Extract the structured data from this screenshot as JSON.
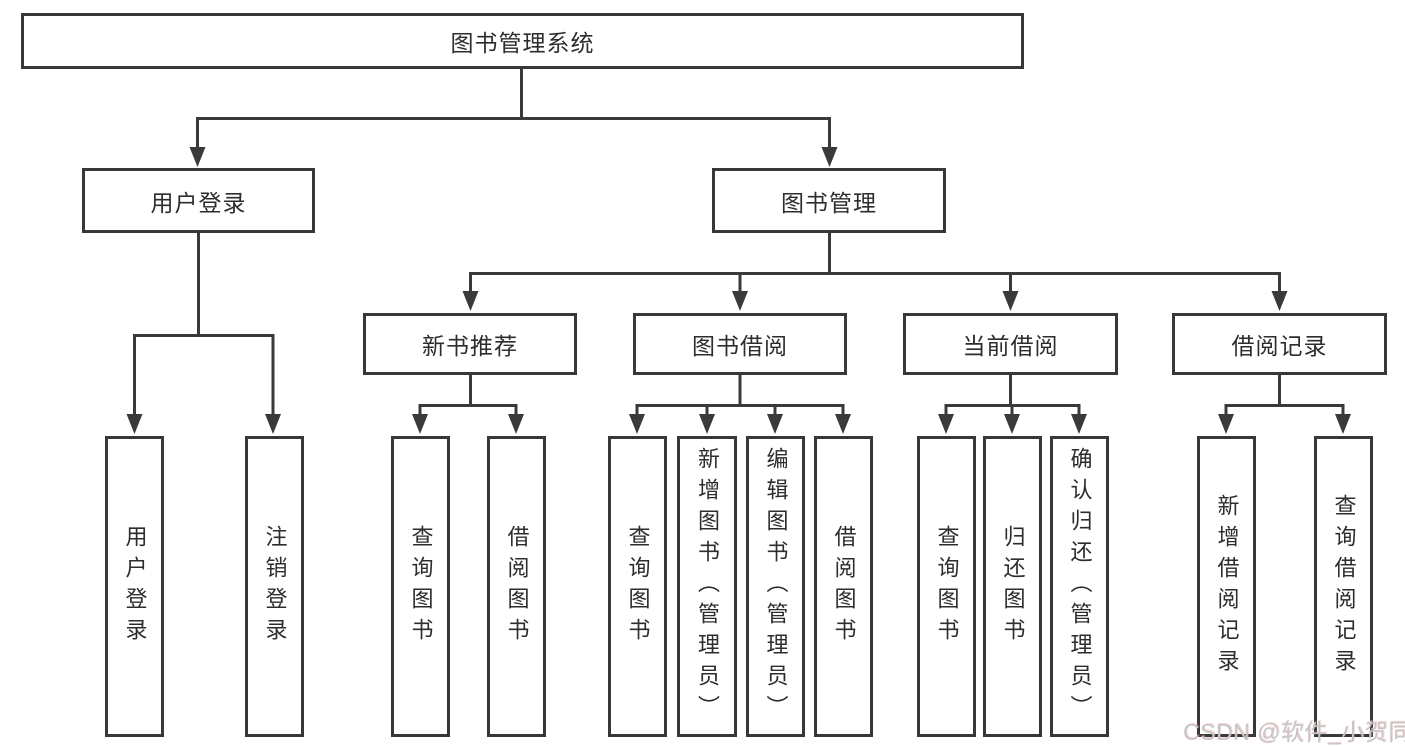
{
  "diagram_title": "图书管理系统",
  "tree": {
    "label": "图书管理系统",
    "children": [
      {
        "label": "用户登录",
        "children": [
          {
            "label": "用户登录"
          },
          {
            "label": "注销登录"
          }
        ]
      },
      {
        "label": "图书管理",
        "children": [
          {
            "label": "新书推荐",
            "children": [
              {
                "label": "查询图书"
              },
              {
                "label": "借阅图书"
              }
            ]
          },
          {
            "label": "图书借阅",
            "children": [
              {
                "label": "查询图书"
              },
              {
                "label": "新增图书（管理员）"
              },
              {
                "label": "编辑图书（管理员）"
              },
              {
                "label": "借阅图书"
              }
            ]
          },
          {
            "label": "当前借阅",
            "children": [
              {
                "label": "查询图书"
              },
              {
                "label": "归还图书"
              },
              {
                "label": "确认归还（管理员）"
              }
            ]
          },
          {
            "label": "借阅记录",
            "children": [
              {
                "label": "新增借阅记录"
              },
              {
                "label": "查询借阅记录"
              }
            ]
          }
        ]
      }
    ]
  },
  "watermark": {
    "text": "CSDN @软件_小贺同学"
  },
  "colors": {
    "line": "#3a3a3a",
    "border": "#383838",
    "text": "#2d2d2d",
    "watermark": "#c6c6c6",
    "background": "#ffffff"
  }
}
